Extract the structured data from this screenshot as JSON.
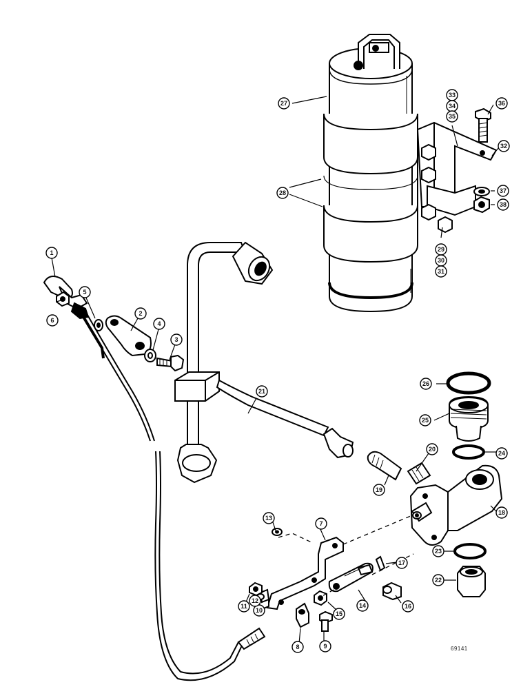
{
  "figure": {
    "number": "69141"
  },
  "callouts": [
    "1",
    "2",
    "3",
    "4",
    "5",
    "6",
    "7",
    "8",
    "9",
    "10",
    "11",
    "12",
    "13",
    "14",
    "15",
    "16",
    "17",
    "18",
    "19",
    "20",
    "21",
    "22",
    "23",
    "24",
    "25",
    "26",
    "27",
    "28",
    "29",
    "30",
    "31",
    "32",
    "33",
    "34",
    "35",
    "36",
    "37",
    "38"
  ]
}
